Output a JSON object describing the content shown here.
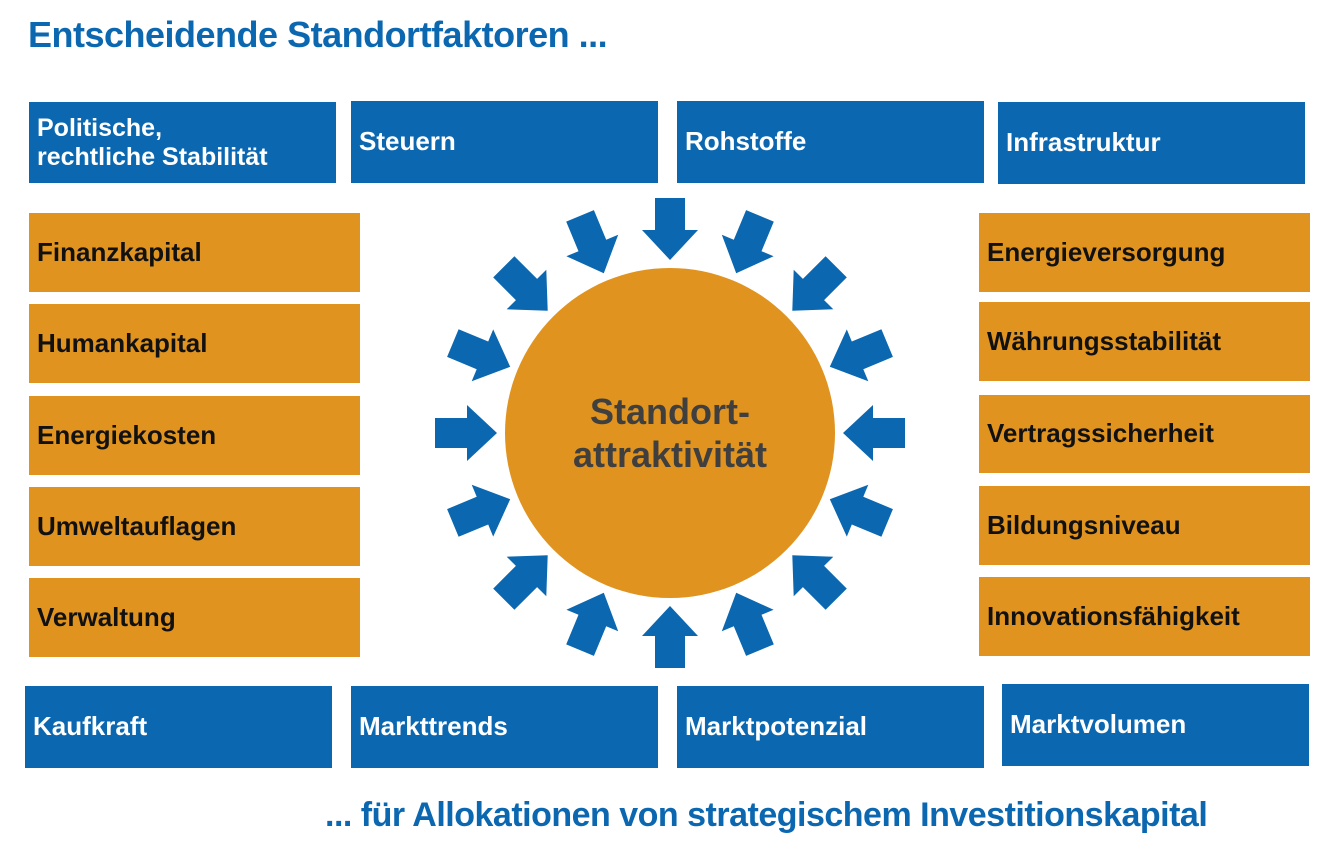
{
  "title": "Entscheidende Standortfaktoren ...",
  "subtitle": "... für Allokationen von strategischem Investitionskapital",
  "center_label": "Standort-\nattraktivität",
  "colors": {
    "blue": "#0b67b0",
    "orange": "#e0931f",
    "circle_text": "#3f3f3f"
  },
  "top_factors": [
    "Politische,\nrechtliche  Stabilität",
    "Steuern",
    "Rohstoffe",
    "Infrastruktur"
  ],
  "left_factors": [
    "Finanzkapital",
    "Humankapital",
    "Energiekosten",
    "Umweltauflagen",
    "Verwaltung"
  ],
  "right_factors": [
    "Energieversorgung",
    "Währungsstabilität",
    "Vertragssicherheit",
    "Bildungsniveau",
    "Innovationsfähigkeit"
  ],
  "bottom_factors": [
    "Kaufkraft",
    "Markttrends",
    "Marktpotenzial",
    "Marktvolumen"
  ],
  "arrow_icon": "arrow-pointing-inward-icon"
}
